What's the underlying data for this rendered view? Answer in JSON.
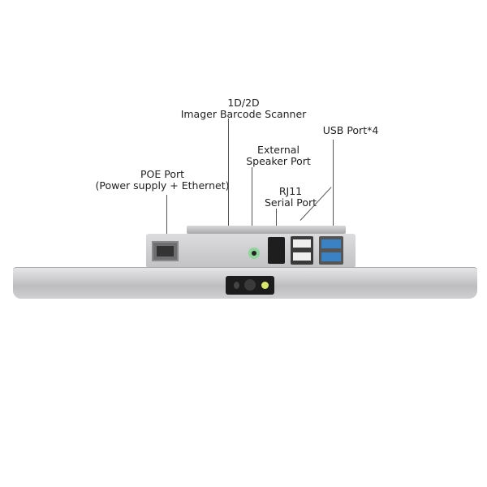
{
  "labels": {
    "scanner_line1": "1D/2D",
    "scanner_line2": "Imager Barcode Scanner",
    "usb": "USB Port*4",
    "speaker_line1": "External",
    "speaker_line2": "Speaker Port",
    "rj11_line1": "RJ11",
    "rj11_line2": "Serial Port",
    "poe_line1": "POE Port",
    "poe_line2": "(Power supply + Ethernet)"
  },
  "colors": {
    "body": "#c9c9cb",
    "usb3": "#3b82c4",
    "jack": "#8fd49a",
    "led": "#d9e86a"
  }
}
